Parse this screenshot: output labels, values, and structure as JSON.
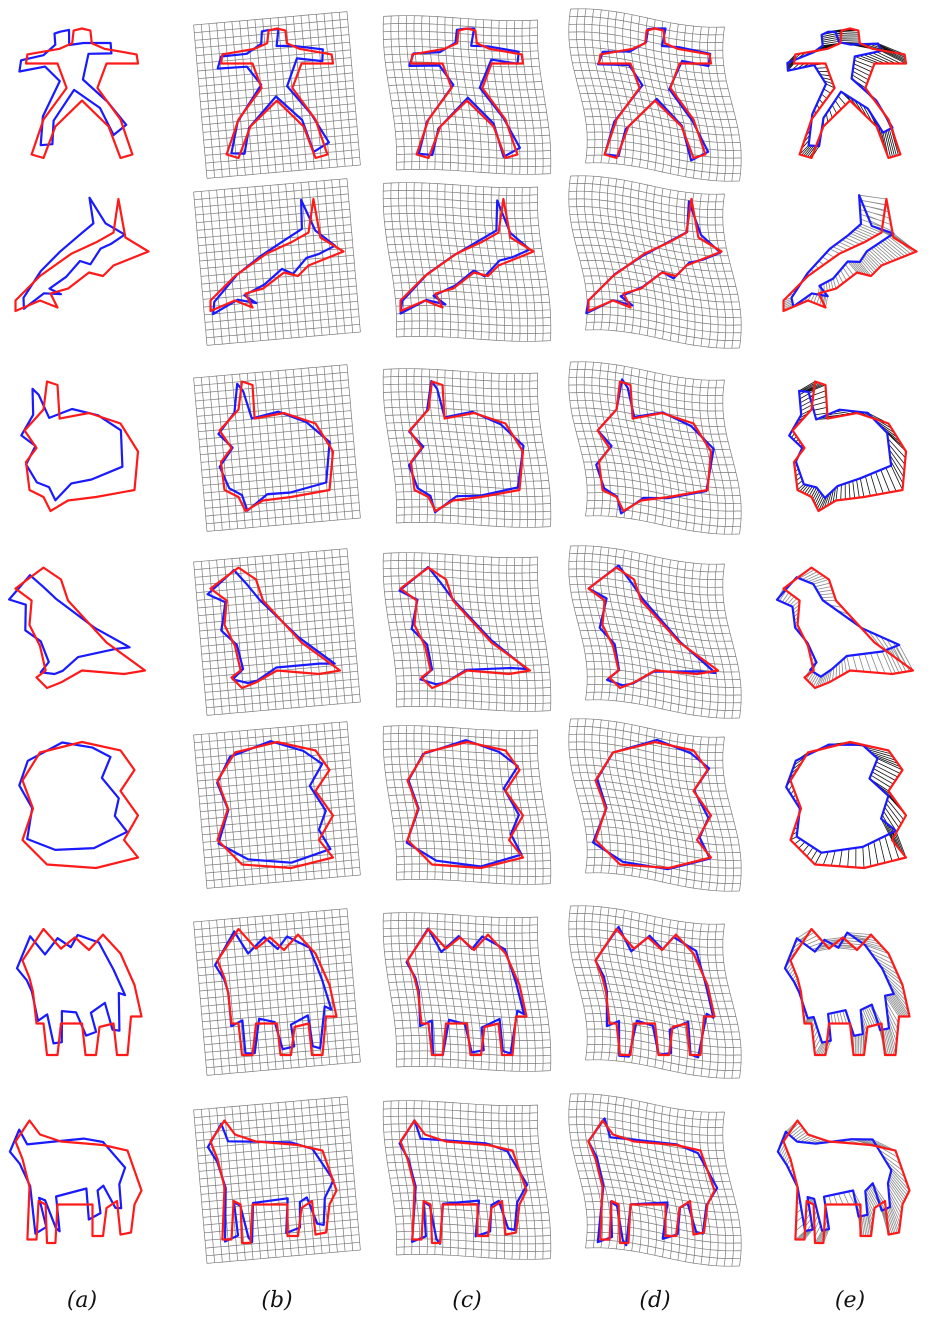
{
  "figure": {
    "column_labels": [
      "(a)",
      "(b)",
      "(c)",
      "(d)",
      "(e)"
    ],
    "shapes": [
      "human",
      "shark",
      "rabbit",
      "bird",
      "blob",
      "camel",
      "donkey"
    ],
    "colors": {
      "target_curve": "#ff1a1a",
      "source_curve": "#1a1aff",
      "grid": "#7a7a7a",
      "correspondence_dark": "#111111",
      "correspondence_gray": "#8a8a8a"
    }
  }
}
